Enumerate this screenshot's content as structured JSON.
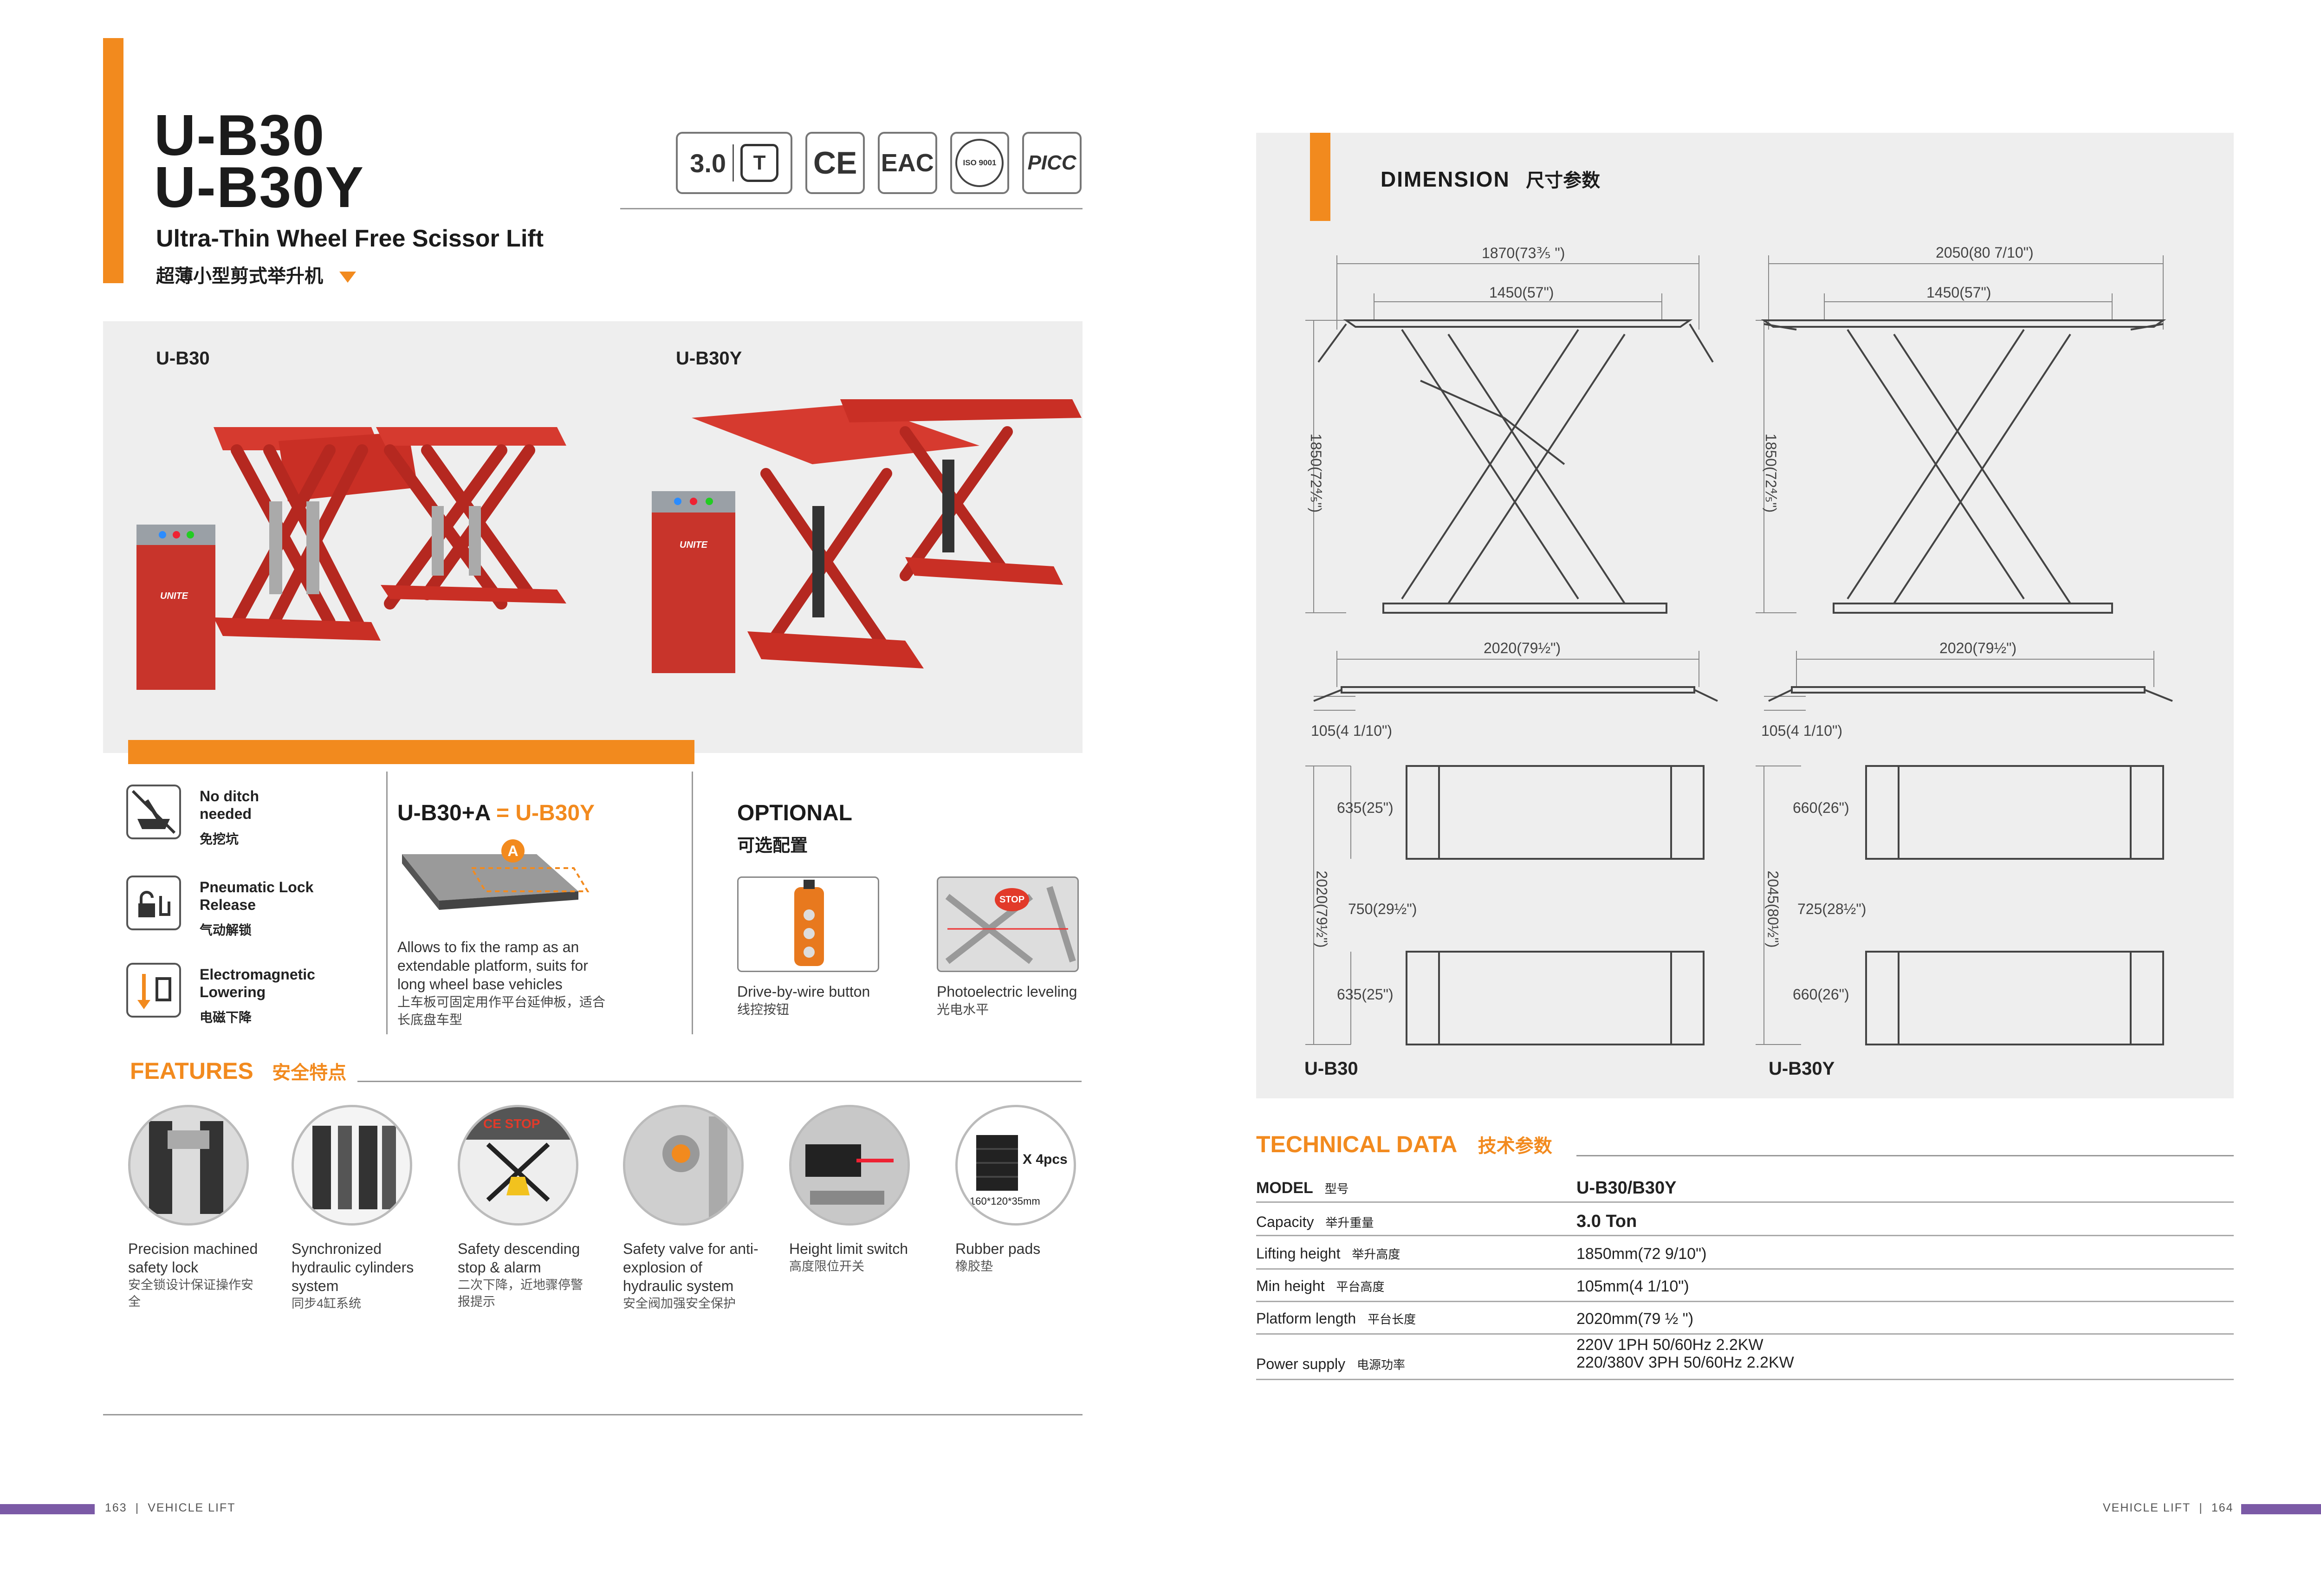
{
  "left_page": {
    "model_line1": "U-B30",
    "model_line2": "U-B30Y",
    "subtitle": "Ultra-Thin Wheel Free Scissor Lift",
    "subtitle_cn": "超薄小型剪式举升机",
    "certs": [
      {
        "text": "3.0",
        "icon": "weight-icon",
        "icon_text": "T"
      },
      {
        "text": "CE"
      },
      {
        "text": "EAC"
      },
      {
        "text": "ISO 9001"
      },
      {
        "text": "PICC"
      }
    ],
    "product_labels": [
      "U-B30",
      "U-B30Y"
    ],
    "control_box_brand": "UNITE",
    "benefits": [
      {
        "icon": "no-ditch-icon",
        "title": "No ditch needed",
        "cn": "免挖坑"
      },
      {
        "icon": "pneumatic-lock-icon",
        "title": "Pneumatic Lock Release",
        "cn": "气动解锁"
      },
      {
        "icon": "electromagnetic-lowering-icon",
        "title": "Electromagnetic Lowering",
        "cn": "电磁下降"
      }
    ],
    "combo": {
      "prefix": "U-B30+A",
      "equals": " = ",
      "result": "U-B30Y",
      "badge": "A",
      "desc": "Allows to fix the ramp as an extendable platform, suits for long wheel base vehicles",
      "desc_cn": "上车板可固定用作平台延伸板，适合长底盘车型"
    },
    "optional": {
      "title": "OPTIONAL",
      "title_cn": "可选配置",
      "items": [
        {
          "label": "Drive-by-wire button",
          "cn": "线控按钮"
        },
        {
          "label": "Photoelectric leveling",
          "cn": "光电水平",
          "badge": "STOP"
        }
      ]
    },
    "features_title": "FEATURES",
    "features_title_cn": "安全特点",
    "features": [
      {
        "title": "Precision machined safety lock",
        "cn": "安全锁设计保证操作安全"
      },
      {
        "title": "Synchronized hydraulic cylinders system",
        "cn": "同步4缸系统"
      },
      {
        "title": "Safety descending stop & alarm",
        "cn": "二次下降，近地骤停警报提示",
        "badge": "CE STOP"
      },
      {
        "title": "Safety valve for anti-explosion of hydraulic system",
        "cn": "安全阀加强安全保护"
      },
      {
        "title": "Height limit switch",
        "cn": "高度限位开关"
      },
      {
        "title": "Rubber pads",
        "cn": "橡胶垫",
        "qty": "X 4pcs",
        "size": "160*120*35mm"
      }
    ],
    "footer_page": "163",
    "footer_section": "VEHICLE LIFT"
  },
  "right_page": {
    "dimension_title": "DIMENSION",
    "dimension_title_cn": "尺寸参数",
    "ub30": {
      "label": "U-B30",
      "top_overall": "1870(73⅗ \")",
      "top_platform": "1450(57\")",
      "height": "1850(72⅘\")",
      "side_length": "2020(79½\")",
      "min_height": "105(4 1/10\")",
      "plan_overall": "2020(79½\")",
      "plan_top": "635(25\")",
      "plan_gap": "750(29½\")",
      "plan_bottom": "635(25\")"
    },
    "ub30y": {
      "label": "U-B30Y",
      "top_overall": "2050(80 7/10\")",
      "top_platform": "1450(57\")",
      "height": "1850(72⅘\")",
      "side_length": "2020(79½\")",
      "min_height": "105(4 1/10\")",
      "plan_overall": "2045(80½\")",
      "plan_top": "660(26\")",
      "plan_gap": "725(28½\")",
      "plan_bottom": "660(26\")"
    },
    "tech_title": "TECHNICAL DATA",
    "tech_title_cn": "技术参数",
    "tech_rows": [
      {
        "label": "MODEL",
        "cn": "型号",
        "value": "U-B30/B30Y"
      },
      {
        "label": "Capacity",
        "cn": "举升重量",
        "value": "3.0 Ton"
      },
      {
        "label": "Lifting height",
        "cn": "举升高度",
        "value": "1850mm(72 9/10\")"
      },
      {
        "label": "Min height",
        "cn": "平台高度",
        "value": "105mm(4 1/10\")"
      },
      {
        "label": "Platform length",
        "cn": "平台长度",
        "value": "2020mm(79 ½ \")"
      },
      {
        "label": "Power supply",
        "cn": "电源功率",
        "value": "220V 1PH 50/60Hz 2.2KW",
        "value2": "220/380V 3PH 50/60Hz 2.2KW"
      }
    ],
    "footer_section": "VEHICLE LIFT",
    "footer_page": "164"
  },
  "colors": {
    "accent_orange": "#f28a1e",
    "footer_purple": "#7b5aa6",
    "lift_red": "#d63a2f",
    "panel_gray": "#eeeeee"
  }
}
